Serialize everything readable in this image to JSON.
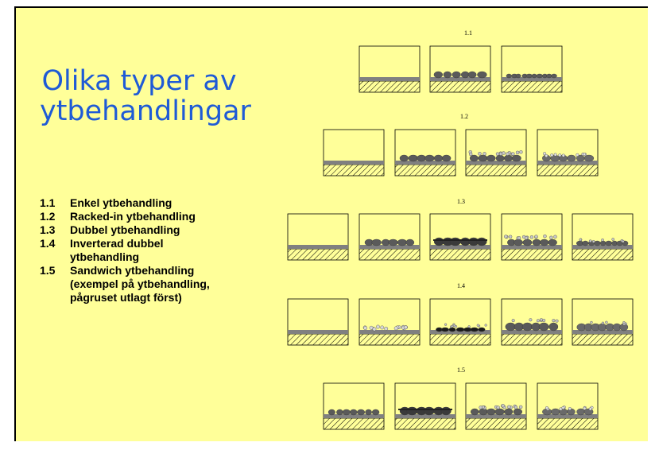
{
  "slide": {
    "title": "Olika typer av\nytbehandlingar",
    "legend": [
      {
        "num": "1.1",
        "text": "Enkel ytbehandling"
      },
      {
        "num": "1.2",
        "text": " Racked-in ytbehandling"
      },
      {
        "num": "1.3",
        "text": "Dubbel ytbehandling"
      },
      {
        "num": "1.4",
        "text": "Inverterad dubbel ytbehandling"
      },
      {
        "num": "1.5",
        "text": "Sandwich ytbehandling (exempel på ytbehandling, pågruset utlagt först)"
      }
    ]
  },
  "diagram": {
    "colors": {
      "background": "#ffff99",
      "binder": "#808080",
      "stone": "#5a5a5a",
      "chip": "#c8c8c8",
      "hatch": "#000000"
    },
    "rows": [
      {
        "label": "1.1",
        "panels": [
          "base",
          "coarse",
          "fine"
        ]
      },
      {
        "label": "1.2",
        "panels": [
          "base",
          "coarse",
          "coarse-chip",
          "coarse-chip-light"
        ]
      },
      {
        "label": "1.3",
        "panels": [
          "base",
          "coarse",
          "coarse-dark",
          "coarse-chip",
          "fine-chip"
        ]
      },
      {
        "label": "1.4",
        "panels": [
          "base",
          "chip-fine",
          "dark-film",
          "coarse-mixed",
          "coarse-mixed-light"
        ]
      },
      {
        "label": "1.5",
        "panels": [
          "coarse-small",
          "coarse-dark",
          "coarse-chip",
          "coarse-chip-light"
        ]
      }
    ]
  }
}
